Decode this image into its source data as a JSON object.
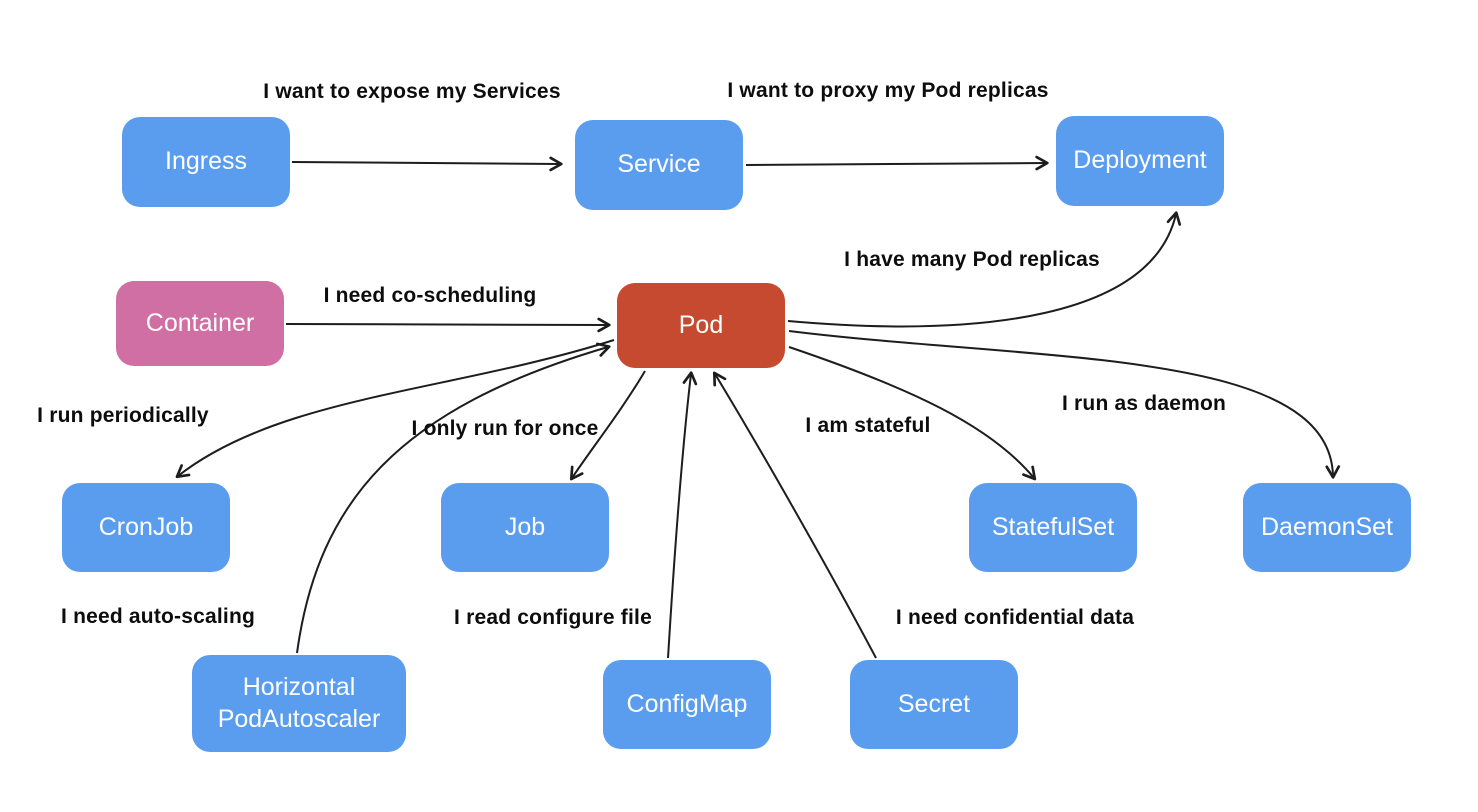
{
  "diagram": {
    "kind": "kubernetes-objects-relationship-diagram",
    "background": "#FFFFFF"
  },
  "colors": {
    "node_blue": "#5A9CEE",
    "node_pink": "#D06FA4",
    "node_red": "#C54A30",
    "node_text": "#FFFFFF",
    "edge": "#1D1D1D",
    "label_text": "#0D0D0D"
  },
  "nodes": {
    "ingress": {
      "label": "Ingress",
      "color": "#5A9CEE"
    },
    "service": {
      "label": "Service",
      "color": "#5A9CEE"
    },
    "deployment": {
      "label": "Deployment",
      "color": "#5A9CEE"
    },
    "container": {
      "label": "Container",
      "color": "#D06FA4"
    },
    "pod": {
      "label": "Pod",
      "color": "#C54A30"
    },
    "cronjob": {
      "label": "CronJob",
      "color": "#5A9CEE"
    },
    "job": {
      "label": "Job",
      "color": "#5A9CEE"
    },
    "statefulset": {
      "label": "StatefulSet",
      "color": "#5A9CEE"
    },
    "daemonset": {
      "label": "DaemonSet",
      "color": "#5A9CEE"
    },
    "hpa": {
      "label": "Horizontal PodAutoscaler",
      "color": "#5A9CEE"
    },
    "configmap": {
      "label": "ConfigMap",
      "color": "#5A9CEE"
    },
    "secret": {
      "label": "Secret",
      "color": "#5A9CEE"
    }
  },
  "edges": [
    {
      "from": "ingress",
      "to": "service",
      "label": "I want to expose my Services"
    },
    {
      "from": "service",
      "to": "deployment",
      "label": "I want to proxy my Pod replicas"
    },
    {
      "from": "container",
      "to": "pod",
      "label": "I need co-scheduling"
    },
    {
      "from": "pod",
      "to": "deployment",
      "label": "I have many Pod replicas"
    },
    {
      "from": "pod",
      "to": "cronjob",
      "label": "I run periodically"
    },
    {
      "from": "hpa",
      "to": "pod",
      "label": "I need auto-scaling"
    },
    {
      "from": "pod",
      "to": "job",
      "label": "I only run for once"
    },
    {
      "from": "configmap",
      "to": "pod",
      "label": "I read configure file"
    },
    {
      "from": "secret",
      "to": "pod",
      "label": "I need confidential data"
    },
    {
      "from": "pod",
      "to": "statefulset",
      "label": "I am stateful"
    },
    {
      "from": "pod",
      "to": "daemonset",
      "label": "I run as daemon"
    }
  ]
}
